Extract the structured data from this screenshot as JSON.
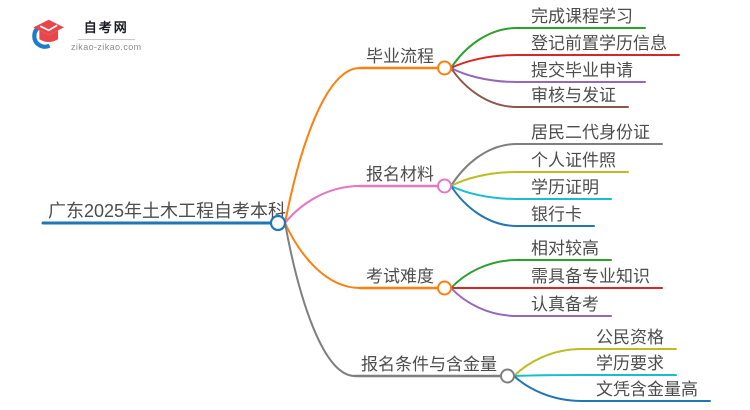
{
  "logo": {
    "site_name": "自考网",
    "site_url": "zikao-zikao.com",
    "cap_color": "#e8464b",
    "crescent_color": "#1e7dc8"
  },
  "colors": {
    "text": "#4d4d4d",
    "background": "#ffffff",
    "blue": "#1f77b4",
    "orange": "#ff7f0e",
    "green": "#2ca02c",
    "red": "#d62728",
    "purple": "#9467bd",
    "brown": "#8c564b",
    "pink": "#e377c2",
    "gray": "#7f7f7f",
    "olive": "#bcbd22",
    "cyan": "#17becf"
  },
  "mindmap": {
    "root": {
      "label": "广东2025年土木工程自考本科",
      "color": "#1f77b4",
      "children": [
        {
          "label": "毕业流程",
          "color": "#ff7f0e",
          "children": [
            {
              "label": "完成课程学习",
              "color": "#2ca02c"
            },
            {
              "label": "登记前置学历信息",
              "color": "#d62728"
            },
            {
              "label": "提交毕业申请",
              "color": "#9467bd"
            },
            {
              "label": "审核与发证",
              "color": "#8c564b"
            }
          ]
        },
        {
          "label": "报名材料",
          "color": "#e377c2",
          "children": [
            {
              "label": "居民二代身份证",
              "color": "#7f7f7f"
            },
            {
              "label": "个人证件照",
              "color": "#bcbd22"
            },
            {
              "label": "学历证明",
              "color": "#17becf"
            },
            {
              "label": "银行卡",
              "color": "#1f77b4"
            }
          ]
        },
        {
          "label": "考试难度",
          "color": "#ff7f0e",
          "children": [
            {
              "label": "相对较高",
              "color": "#2ca02c"
            },
            {
              "label": "需具备专业知识",
              "color": "#d62728"
            },
            {
              "label": "认真备考",
              "color": "#9467bd"
            }
          ]
        },
        {
          "label": "报名条件与含金量",
          "color": "#7f7f7f",
          "children": [
            {
              "label": "公民资格",
              "color": "#bcbd22"
            },
            {
              "label": "学历要求",
              "color": "#17becf"
            },
            {
              "label": "文凭含金量高",
              "color": "#1f77b4"
            }
          ]
        }
      ]
    }
  }
}
